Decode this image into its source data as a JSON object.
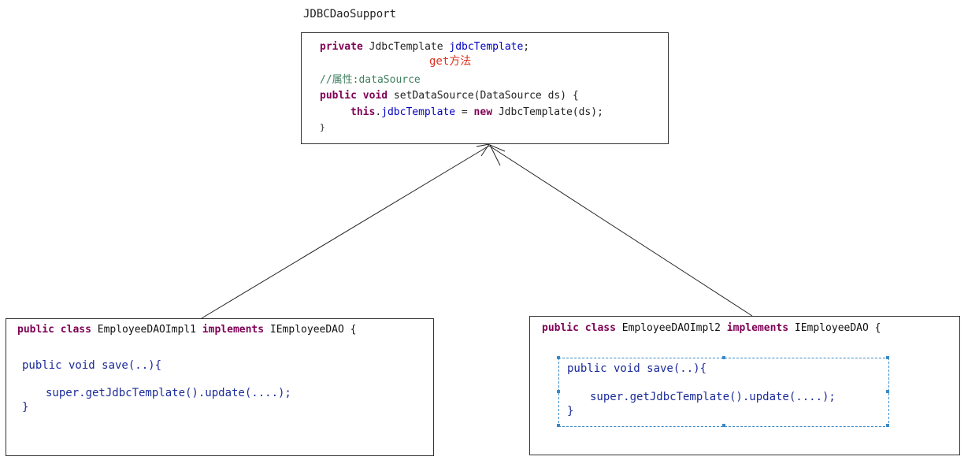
{
  "parent": {
    "title": "JDBCDaoSupport",
    "line1": {
      "kw": "private ",
      "type": "JdbcTemplate ",
      "field": "jdbcTemplate",
      "end": ";"
    },
    "note": "get方法",
    "comment": "//属性:dataSource",
    "line3": {
      "kw": "public void ",
      "rest": "setDataSource(DataSource ",
      "param": "ds",
      "end": ") {"
    },
    "line4": {
      "kw_this": "this",
      "dot": ".",
      "field": "jdbcTemplate",
      "eq": " = ",
      "kw_new": "new ",
      "rest": "JdbcTemplate(",
      "param": "ds",
      "end": ");"
    },
    "line5": "}"
  },
  "child1": {
    "header": {
      "kw1": "public class ",
      "name": "EmployeeDAOImpl",
      "num": "1",
      "kw2": " implements ",
      "iface": "IEmployeeDAO {"
    },
    "method": "public void save(..){",
    "call": "super.getJdbcTemplate().update(....);",
    "close": "}"
  },
  "child2": {
    "header": {
      "kw1": "public class ",
      "name": "EmployeeDAOImpl",
      "num": "2",
      "kw2": " implements ",
      "iface": "IEmployeeDAO {"
    },
    "method": "public void save(..){",
    "call": "super.getJdbcTemplate().update(....);",
    "close": "}"
  },
  "colors": {
    "keyword": "#7f0055",
    "field": "#0000c0",
    "comment": "#3f7f5f",
    "note": "#e03020",
    "code": "#1a2a9a",
    "selection": "#3a8ac8"
  }
}
